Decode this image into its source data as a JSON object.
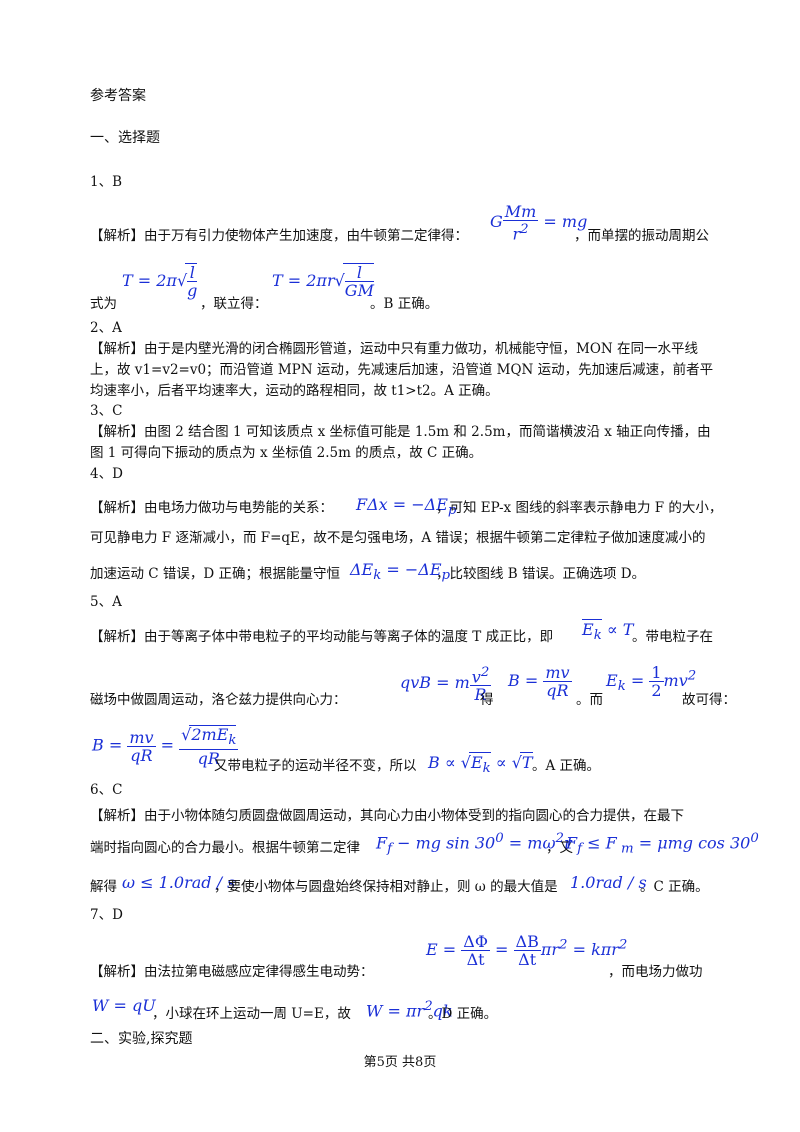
{
  "header": {
    "title": "参考答案"
  },
  "section1": {
    "title": "一、选择题"
  },
  "q1": {
    "num": "1、B",
    "line1a": "【解析】由于万有引力使物体产生加速度，由牛顿第二定律得：",
    "line1b": "，而单摆的振动周期公",
    "line2a": "式为",
    "line2b": "，联立得：",
    "line2c": "。B 正确。"
  },
  "q2": {
    "num": "2、A",
    "line1": "【解析】由于是内壁光滑的闭合椭圆形管道，运动中只有重力做功，机械能守恒，MON 在同一水平线",
    "line2": "上，故 v1=v2=v0；而沿管道 MPN 运动，先减速后加速，沿管道 MQN 运动，先加速后减速，前者平",
    "line3": "均速率小，后者平均速率大，运动的路程相同，故 t1>t2。A 正确。"
  },
  "q3": {
    "num": "3、C",
    "line1": "【解析】由图 2 结合图 1 可知该质点 x 坐标值可能是 1.5m 和 2.5m，而简谐横波沿 x 轴正向传播，由",
    "line2": "图 1 可得向下振动的质点为 x 坐标值 2.5m 的质点，故 C 正确。"
  },
  "q4": {
    "num": "4、D",
    "line1a": "【解析】由电场力做功与电势能的关系：",
    "line1b": "，可知 EP-x 图线的斜率表示静电力 F 的大小，",
    "line2": "可见静电力 F 逐渐减小，而 F=qE，故不是匀强电场，A 错误；根据牛顿第二定律粒子做加速度减小的",
    "line3a": "加速运动 C 错误，D 正确；根据能量守恒",
    "line3b": "，比较图线 B 错误。正确选项 D。"
  },
  "q5": {
    "num": "5、A",
    "line1a": "【解析】由于等离子体中带电粒子的平均动能与等离子体的温度 T 成正比，即",
    "line1b": "。带电粒子在",
    "line2a": "磁场中做圆周运动，洛仑兹力提供向心力：",
    "line2b": "得",
    "line2c": "。而",
    "line2d": "故可得：",
    "line3a": "又带电粒子的运动半径不变，所以",
    "line3b": "。A 正确。"
  },
  "q6": {
    "num": "6、C",
    "line1": "【解析】由于小物体随匀质圆盘做圆周运动，其向心力由小物体受到的指向圆心的合力提供，在最下",
    "line2a": "端时指向圆心的合力最小。根据牛顿第二定律",
    "line2b": "，又",
    "line3a": "解得",
    "line3b": "，要使小物体与圆盘始终保持相对静止，则 ω 的最大值是",
    "line3c": "。C 正确。"
  },
  "q7": {
    "num": "7、D",
    "line1a": "【解析】由法拉第电磁感应定律得感生电动势：",
    "line1b": "，而电场力做功",
    "line2a": "，小球在环上运动一周 U=E，故",
    "line2b": "。D 正确。"
  },
  "section2": {
    "title": "二、实验,探究题"
  },
  "footer": {
    "text": "第5页  共8页"
  }
}
